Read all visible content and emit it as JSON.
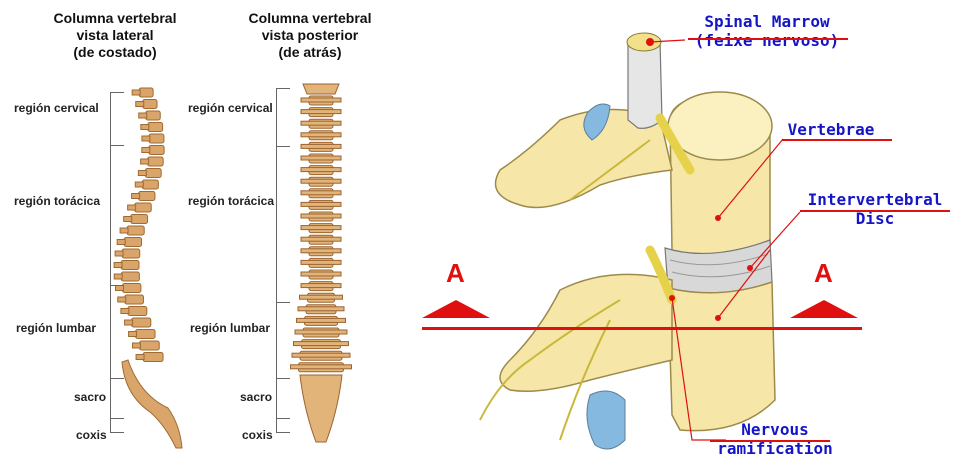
{
  "lateral": {
    "title_line1": "Columna vertebral",
    "title_line2": "vista lateral",
    "title_line3": "(de costado)",
    "regions": [
      "región cervical",
      "región torácica",
      "región lumbar",
      "sacro",
      "coxis"
    ]
  },
  "posterior": {
    "title_line1": "Columna vertebral",
    "title_line2": "vista posterior",
    "title_line3": "(de atrás)",
    "regions": [
      "región cervical",
      "región torácica",
      "región lumbar",
      "sacro",
      "coxis"
    ]
  },
  "vertebra": {
    "spinal_marrow_line1": "Spinal Marrow",
    "spinal_marrow_line2": "(feixe nervoso)",
    "vertebrae": "Vertebrae",
    "disc_line1": "Intervertebral",
    "disc_line2": "Disc",
    "nervous_line1": "Nervous",
    "nervous_line2": "ramification",
    "section_left": "A",
    "section_right": "A"
  },
  "colors": {
    "label_blue": "#1515c8",
    "accent_red": "#e01010",
    "bone": "#f6e7a8",
    "bone_edge": "#9c8a4a",
    "nerve": "#e6d24a",
    "spine_lateral": "#d9a56a"
  }
}
